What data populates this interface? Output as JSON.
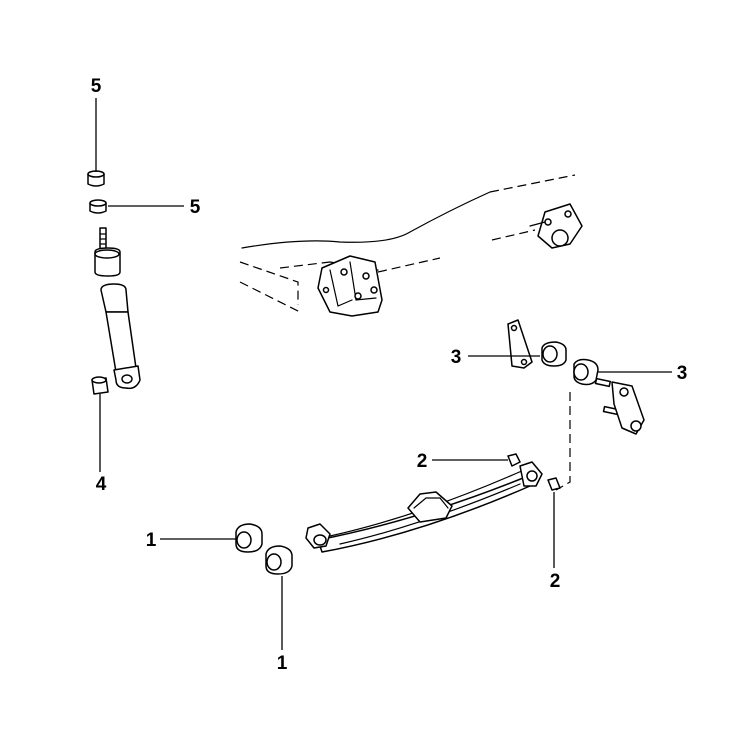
{
  "callouts": {
    "c1a": "1",
    "c1b": "1",
    "c2a": "2",
    "c2b": "2",
    "c3a": "3",
    "c3b": "3",
    "c4": "4",
    "c5a": "5",
    "c5b": "5"
  }
}
